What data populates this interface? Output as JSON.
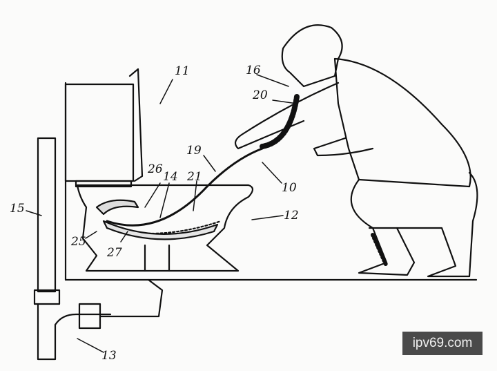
{
  "labels": {
    "l11": "11",
    "l16": "16",
    "l20": "20",
    "l19": "19",
    "l26": "26",
    "l14": "14",
    "l21": "21",
    "l10": "10",
    "l12": "12",
    "l15": "15",
    "l25": "25",
    "l27": "27",
    "l13": "13"
  },
  "watermark": "ipv69.com"
}
